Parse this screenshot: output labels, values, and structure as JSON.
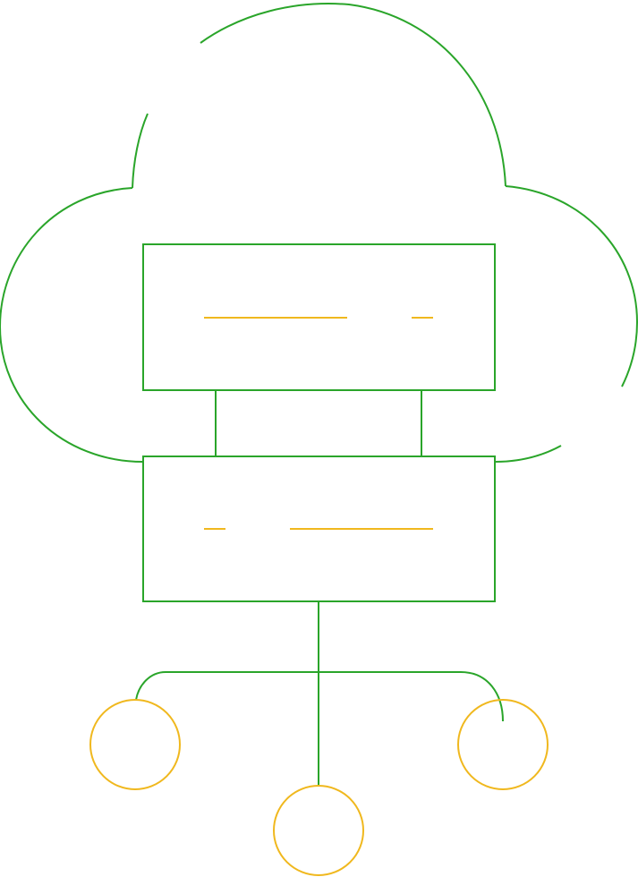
{
  "icon": {
    "name": "cloud-server-network-icon",
    "parts": {
      "cloud": "cloud-outline",
      "server_top": "server-rack-unit",
      "server_bottom": "server-rack-unit",
      "network_nodes": "network-node-circles"
    }
  },
  "colors": {
    "primary_stroke": "#2aa52a",
    "accent_stroke": "#f0b81e",
    "background": "#ffffff"
  }
}
